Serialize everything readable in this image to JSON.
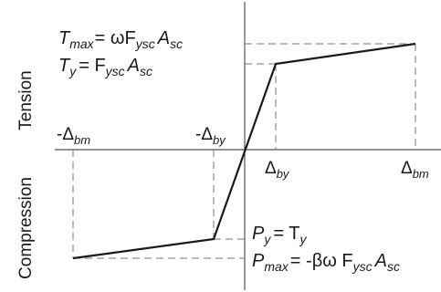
{
  "diagram": {
    "side_labels": {
      "tension": "Tension",
      "compression": "Compression"
    },
    "equations": {
      "tmax": {
        "lhs": "T",
        "lhs_sub": "max",
        "op": "= ωF",
        "f_sub": "ysc",
        "a": "A",
        "a_sub": "sc"
      },
      "ty": {
        "lhs": "T",
        "lhs_sub": "y",
        "op": "= F",
        "f_sub": "ysc",
        "a": "A",
        "a_sub": "sc"
      },
      "py": {
        "lhs": "P",
        "lhs_sub": "y",
        "op": "= T",
        "rhs_sub": "y"
      },
      "pmax": {
        "lhs": "P",
        "lhs_sub": "max",
        "op": "= -βω F",
        "f_sub": "ysc",
        "a": "A",
        "a_sub": "sc"
      }
    },
    "axis_labels": {
      "neg_bm": {
        "main": "-Δ",
        "sub": "bm"
      },
      "neg_by": {
        "main": "-Δ",
        "sub": "by"
      },
      "pos_by": {
        "main": "Δ",
        "sub": "by"
      },
      "pos_bm": {
        "main": "Δ",
        "sub": "bm"
      }
    },
    "colors": {
      "curve": "#1a1a1a",
      "axis": "#555555",
      "dash": "#777777",
      "text": "#1a1a1a"
    }
  }
}
